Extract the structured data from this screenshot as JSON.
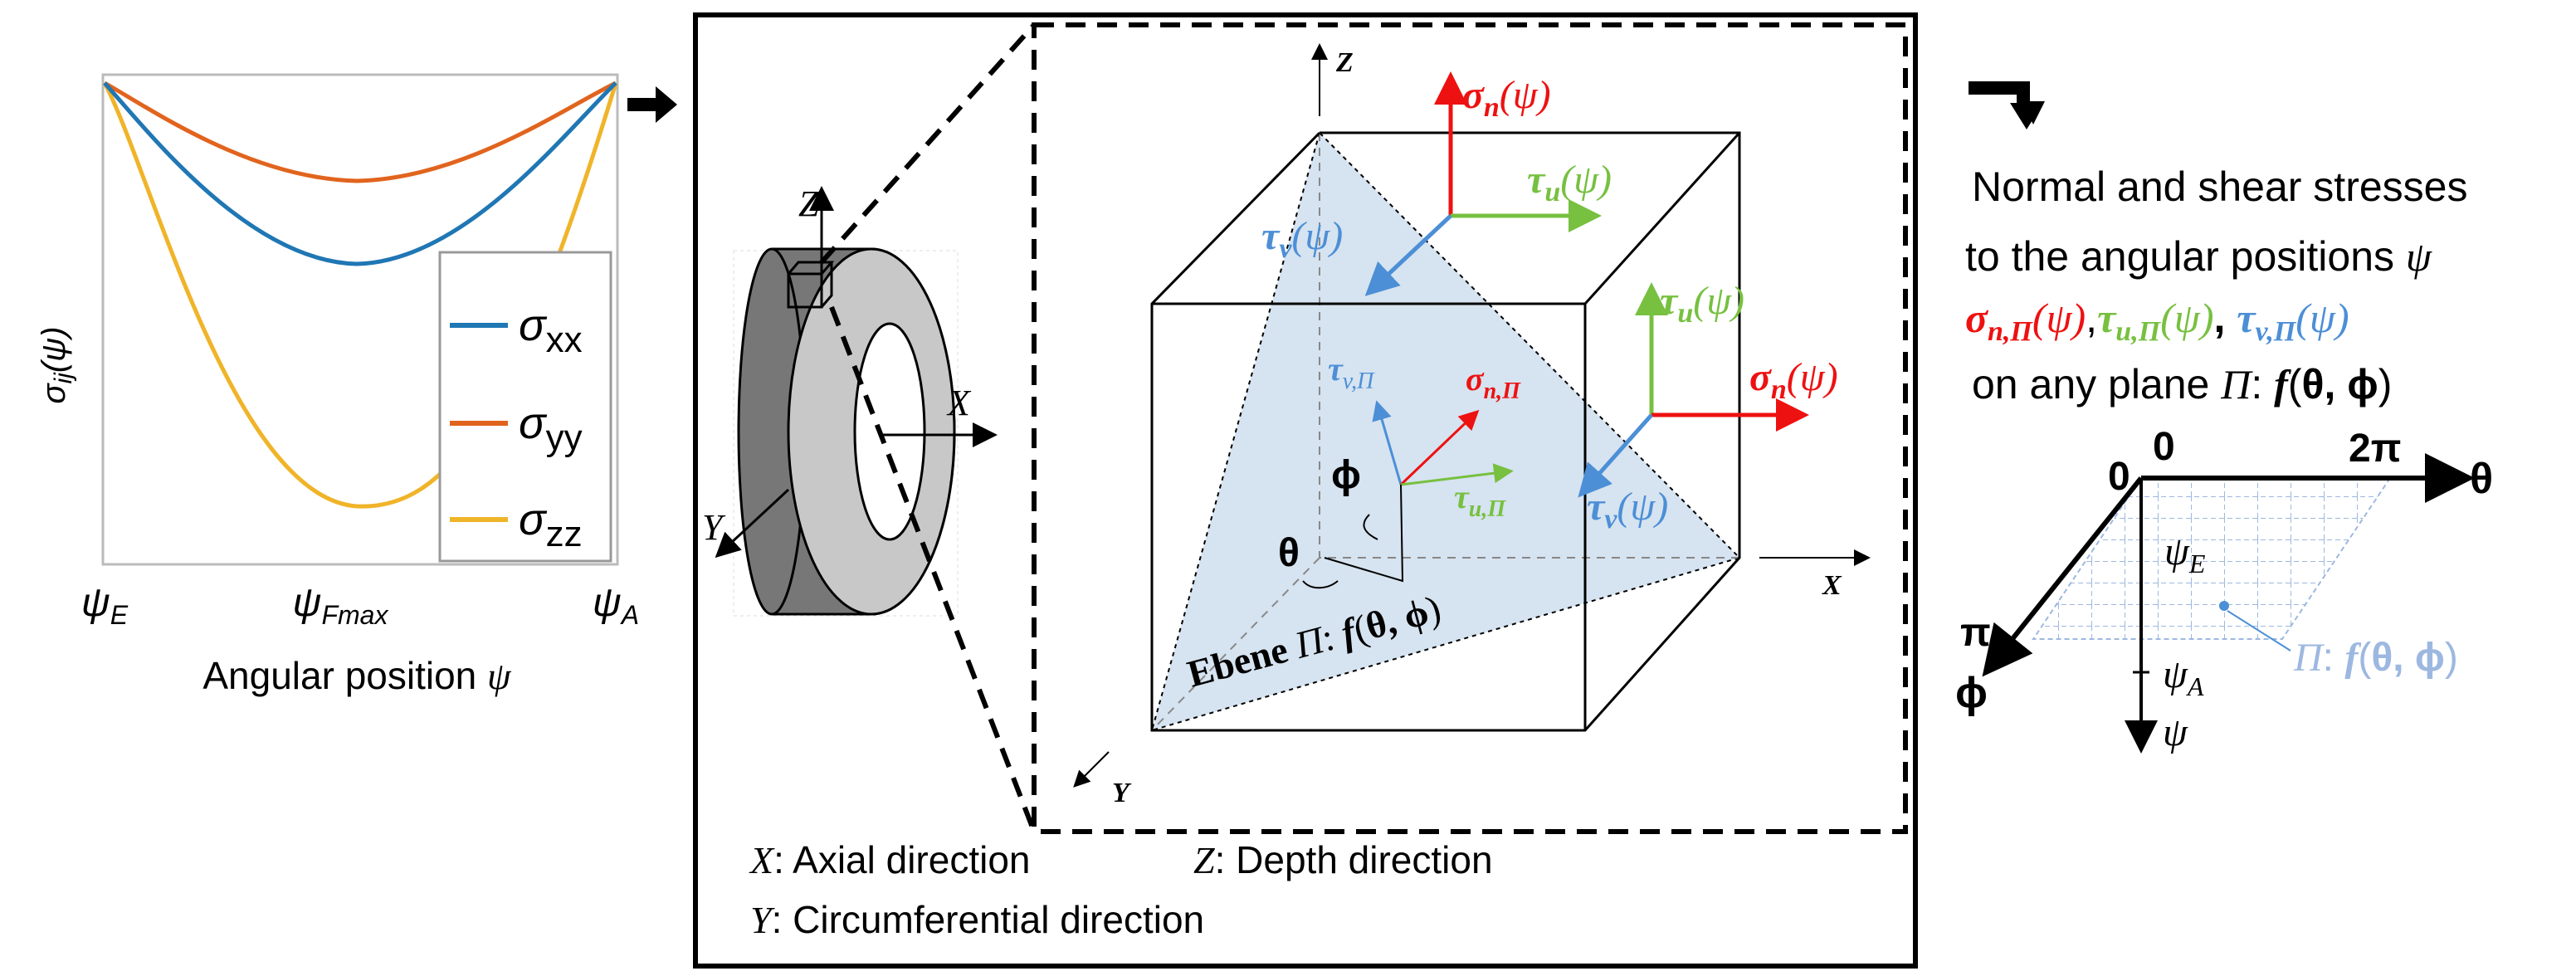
{
  "chart": {
    "ylabel": "σij(ψ)",
    "xticks": [
      "ψE",
      "ψFmax",
      "ψA"
    ],
    "xlabel": "Angular position ψ",
    "legend": [
      {
        "label": "σxx",
        "color": "#1f77b4"
      },
      {
        "label": "σyy",
        "color": "#e1641e"
      },
      {
        "label": "σzz",
        "color": "#f0b429"
      }
    ]
  },
  "ring": {
    "axis_z": "Z",
    "axis_x": "X",
    "axis_y": "Y"
  },
  "cube": {
    "axis_z": "Z",
    "axis_x": "X",
    "axis_y": "Y",
    "sigma_n_top": "σn(ψ)",
    "tau_u_top": "τu(ψ)",
    "tau_v_top": "τv(ψ)",
    "tau_u_side": "τu(ψ)",
    "sigma_n_side": "σn(ψ)",
    "tau_v_side": "τv(ψ)",
    "tau_v_plane": "τv,Π",
    "sigma_n_plane": "σn,Π",
    "tau_u_plane": "τu,Π",
    "phi": "ϕ",
    "theta": "θ",
    "plane_label": "Ebene Π: f(θ, ϕ)"
  },
  "legend_text": {
    "x_dir": "X: Axial direction",
    "z_dir": "Z: Depth direction",
    "y_dir": "Y: Circumferential direction"
  },
  "right": {
    "line1": "Normal and shear stresses",
    "line2": "to the angular positions ψ",
    "stress_sigma": "σn,Π(ψ)",
    "stress_comma1": ",",
    "stress_tau_u": "τu,Π(ψ)",
    "stress_comma2": ",",
    "stress_tau_v": "τv,Π(ψ)",
    "line4": "on any plane Π: f(θ, ϕ)",
    "origin_0a": "0",
    "origin_0b": "0",
    "two_pi": "2π",
    "theta_axis": "θ",
    "pi": "π",
    "phi_axis": "ϕ",
    "psi_E": "ψE",
    "psi_A": "ψA",
    "psi_axis": "ψ",
    "plane_label": "Π: f(θ, ϕ)"
  },
  "colors": {
    "red": "#ee1111",
    "green": "#77c040",
    "blue": "#4c8fd6",
    "plane_fill": "#d6e3f0",
    "light_blue": "#9db8e0"
  }
}
